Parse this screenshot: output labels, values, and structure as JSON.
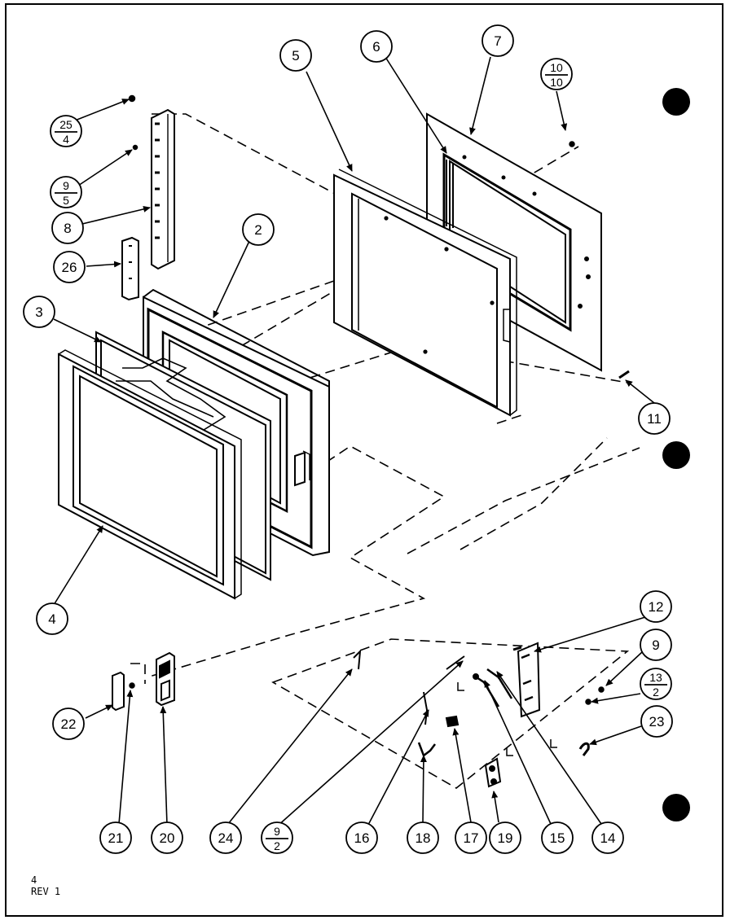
{
  "footer": {
    "page": "4",
    "revision": "REV 1"
  },
  "callouts": {
    "c5": "5",
    "c6": "6",
    "c7": "7",
    "c10": {
      "top": "10",
      "bottom": "10"
    },
    "c25": {
      "top": "25",
      "bottom": "4"
    },
    "c9a": {
      "top": "9",
      "bottom": "5"
    },
    "c8": "8",
    "c26": "26",
    "c2": "2",
    "c3": "3",
    "c4": "4",
    "c11": "11",
    "c12": "12",
    "c9": "9",
    "c13": {
      "top": "13",
      "bottom": "2"
    },
    "c23": "23",
    "c22": "22",
    "c21": "21",
    "c20": "20",
    "c24": "24",
    "c9b": {
      "top": "9",
      "bottom": "2"
    },
    "c16": "16",
    "c18": "18",
    "c17": "17",
    "c19": "19",
    "c15": "15",
    "c14": "14"
  },
  "colors": {
    "ink": "#000000",
    "paper": "#ffffff"
  }
}
